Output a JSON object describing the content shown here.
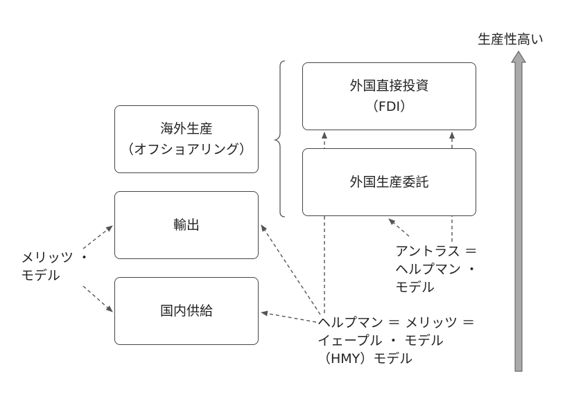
{
  "boxes": {
    "fdi": {
      "line1": "外国直接投資",
      "line2": "（FDI）"
    },
    "contract": {
      "line1": "外国生産委託"
    },
    "offshoring": {
      "line1": "海外生産",
      "line2": "（オフショアリング）"
    },
    "export": {
      "line1": "輸出"
    },
    "domestic": {
      "line1": "国内供給"
    }
  },
  "labels": {
    "melitz": {
      "line1": "メリッツ ・",
      "line2": "モデル"
    },
    "antras": {
      "line1": "アントラス ＝",
      "line2": "ヘルプマン ・",
      "line3": "モデル"
    },
    "hmy": {
      "line1": "ヘルプマン ＝ メリッツ ＝",
      "line2": "イェープル ・ モデル",
      "line3": "（HMY）モデル"
    },
    "productivity": "生産性高い"
  },
  "colors": {
    "box_border": "#444444",
    "arrow": "#555555",
    "productivity_arrow_fill": "#a9a9a9"
  }
}
